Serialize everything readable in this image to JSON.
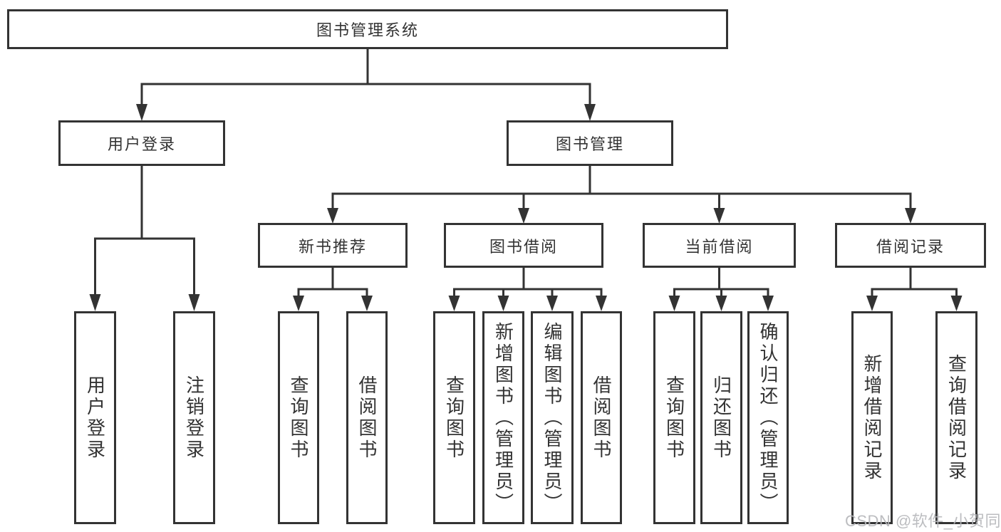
{
  "tree": {
    "root": {
      "label": "图书管理系统"
    },
    "user_login": {
      "label": "用户登录",
      "children": [
        {
          "label": "用户登录"
        },
        {
          "label": "注销登录"
        }
      ]
    },
    "book_mgmt": {
      "label": "图书管理",
      "sections": {
        "new_book_rec": {
          "label": "新书推荐",
          "children": [
            {
              "label": "查询图书"
            },
            {
              "label": "借阅图书"
            }
          ]
        },
        "book_borrow": {
          "label": "图书借阅",
          "children": [
            {
              "label": "查询图书"
            },
            {
              "label": "新增图书（管理员）"
            },
            {
              "label": "编辑图书（管理员）"
            },
            {
              "label": "借阅图书"
            }
          ]
        },
        "current_borrow": {
          "label": "当前借阅",
          "children": [
            {
              "label": "查询图书"
            },
            {
              "label": "归还图书"
            },
            {
              "label": "确认归还（管理员）"
            }
          ]
        },
        "borrow_records": {
          "label": "借阅记录",
          "children": [
            {
              "label": "新增借阅记录"
            },
            {
              "label": "查询借阅记录"
            }
          ]
        }
      }
    }
  },
  "watermark": {
    "text": "CSDN @软件_小贺同学"
  },
  "colors": {
    "line": "#333333",
    "box_border": "#333333",
    "text": "#333333",
    "watermark": "#b5b6ba",
    "background": "#ffffff"
  }
}
